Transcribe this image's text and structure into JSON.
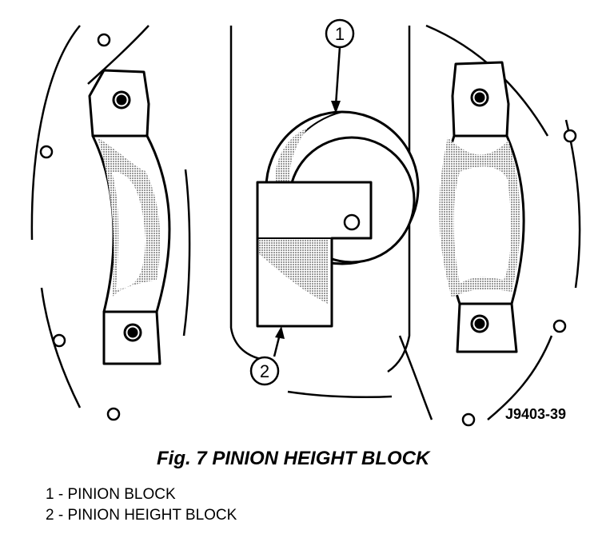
{
  "figure": {
    "callouts": [
      {
        "number": "1"
      },
      {
        "number": "2"
      }
    ],
    "code": "J9403-39"
  },
  "caption": "Fig. 7 PINION HEIGHT BLOCK",
  "legend": [
    {
      "number": "1",
      "separator": "-",
      "text": "PINION BLOCK"
    },
    {
      "number": "2",
      "separator": "-",
      "text": "PINION HEIGHT BLOCK"
    }
  ],
  "colors": {
    "ink": "#000000",
    "shade": "#b8b8b8",
    "paper": "#ffffff"
  }
}
